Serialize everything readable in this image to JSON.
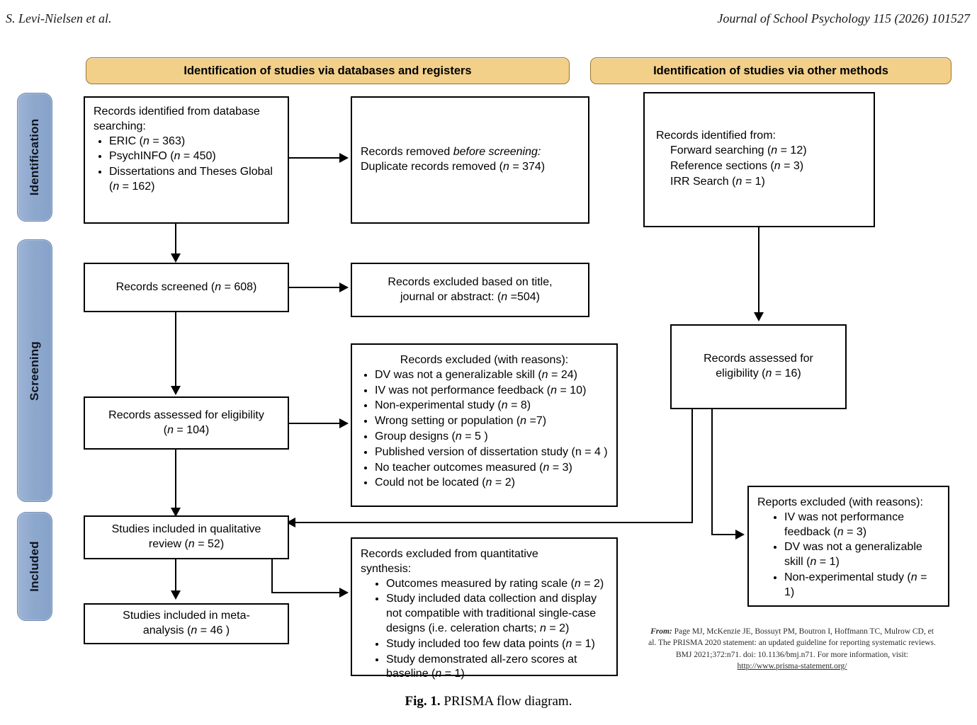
{
  "header": {
    "authors": "S. Levi-Nielsen et al.",
    "journal": "Journal of School Psychology 115 (2026) 101527"
  },
  "rails": [
    {
      "label": "Identification"
    },
    {
      "label": "Screening"
    },
    {
      "label": "Included"
    }
  ],
  "banners": {
    "databases": "Identification of studies via databases and registers",
    "other": "Identification of studies via other methods"
  },
  "boxes": {
    "records_identified_db": {
      "title": "Records identified from database searching:",
      "items": [
        {
          "label": "ERIC (",
          "n_prefix": "n",
          "eq": " =  ",
          "n": "363",
          "close": ")"
        },
        {
          "label": "PsychINFO (",
          "n_prefix": "n",
          "eq": " =  ",
          "n": "450",
          "close": ")"
        },
        {
          "label": "Dissertations and Theses Global (",
          "n_prefix": "n",
          "eq": " =  ",
          "n": "162",
          "close": ")"
        }
      ],
      "item_texts": [
        "ERIC (n =  363)",
        "PsychINFO (n =  450)",
        "Dissertations and Theses Global (n =  162)"
      ]
    },
    "records_removed": {
      "line1_plain": "Records removed ",
      "line1_italic": "before screening:",
      "line2": "Duplicate records removed  (n = 374)"
    },
    "records_identified_other": {
      "title": "Records identified from:",
      "items": [
        "Forward searching (n = 12)",
        "Reference sections (n =  3)",
        "IRR Search (n = 1)"
      ]
    },
    "records_screened": {
      "text": "Records screened (n = 608)"
    },
    "records_excluded_title": {
      "line1": "Records excluded based on title,",
      "line2": "journal or abstract: (n =504)"
    },
    "records_assessed_left": {
      "line1": "Records assessed for eligibility",
      "line2": "(n = 104)"
    },
    "records_excluded_reasons": {
      "title": "Records excluded (with reasons):",
      "items": [
        "DV was not a generalizable skill (n =  24)",
        "IV was not performance feedback (n =  10)",
        "Non-experimental study (n = 8)",
        "Wrong setting or population (n =7)",
        "Group designs (n = 5 )",
        "Published version of dissertation study (n = 4 )",
        "No teacher outcomes measured  (n = 3)",
        "Could not be located (n = 2)"
      ]
    },
    "records_assessed_right": {
      "line1": "Records assessed for",
      "line2": "eligibility (n = 16)"
    },
    "reports_excluded": {
      "title": "Reports excluded (with reasons):",
      "items": [
        "IV was not performance feedback (n = 3)",
        "DV was not a generalizable skill (n =  1)",
        "Non-experimental study (n = 1)"
      ]
    },
    "studies_qualitative": {
      "line1": "Studies included in qualitative",
      "line2": "review (n = 52)"
    },
    "studies_meta": {
      "line1": "Studies included in meta-",
      "line2": "analysis (n = 46 )"
    },
    "excluded_quantitative": {
      "title_line1": "Records excluded from quantitative",
      "title_line2": "synthesis:",
      "items": [
        "Outcomes measured by rating scale (n = 2)",
        "Study included data collection and display not compatible with traditional single-case designs (i.e. celeration charts; n = 2)",
        "Study included too few data points (n = 1)",
        "Study demonstrated all-zero scores at baseline (n = 1)"
      ]
    }
  },
  "citation": {
    "lead": "From:",
    "line1": " Page MJ, McKenzie JE, Bossuyt PM, Boutron I, Hoffmann TC, Mulrow CD, et",
    "line2": "al. The PRISMA 2020 statement: an updated guideline for reporting systematic reviews.",
    "line3": "BMJ 2021;372:n71. doi: 10.1136/bmj.n71. For more information, visit:",
    "url": "http://www.prisma-statement.org/"
  },
  "caption": {
    "label": "Fig. 1.",
    "text": " PRISMA flow diagram."
  },
  "colors": {
    "banner_fill": "#f2d08a",
    "banner_border": "#9a7330",
    "rail_fill": "#8ea8cd",
    "rail_border": "#6f8bb4",
    "box_border": "#000000",
    "page_bg": "#ffffff"
  }
}
